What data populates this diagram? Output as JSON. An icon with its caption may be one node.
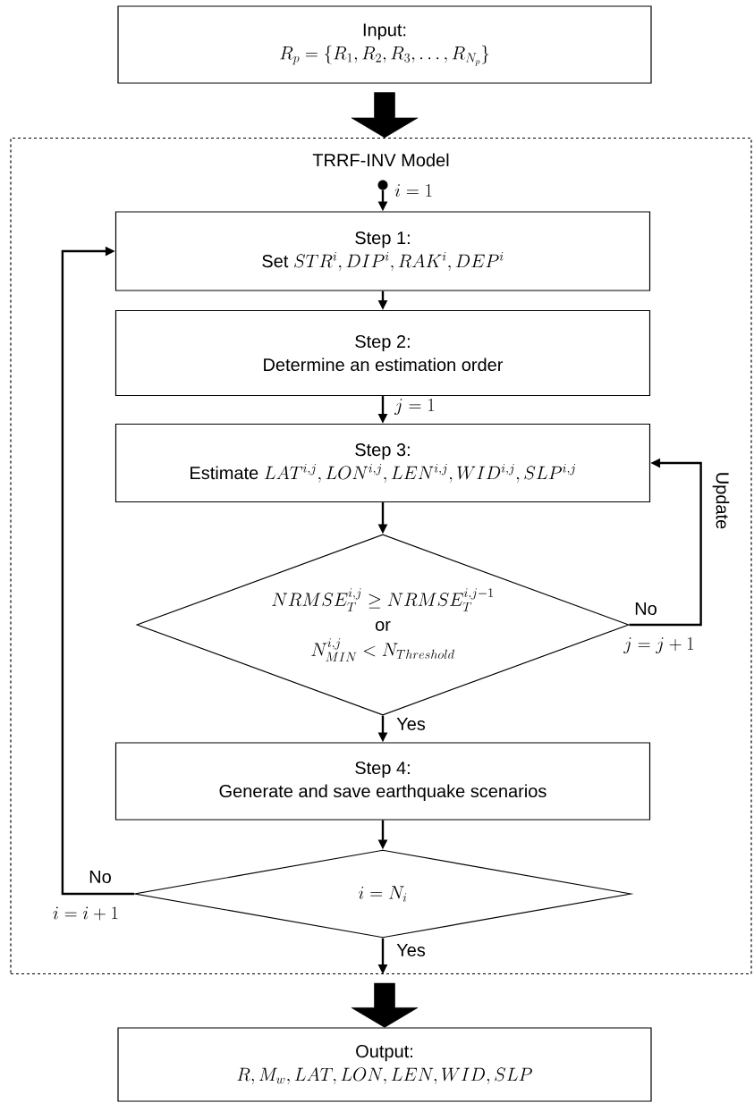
{
  "diagram": {
    "nodes": [
      {
        "text": [
          "Input:",
          "R_p = \\{R_1, R_2, R_3, \\ldots, R_{N_p}\\}"
        ]
      },
      {
        "text": [
          "TRRF-INV Model"
        ]
      },
      {
        "text": [],
        "shape": "circle",
        "in": 1
      },
      {
        "text": [
          "Step 1:",
          "\\text{Set } STR^i, DIP^i, RAK^i, DEP^i"
        ],
        "in": 1
      },
      {
        "text": [
          "Step 2:",
          "Determine an estimation order"
        ],
        "in": 1
      },
      {
        "text": [
          "Step 3:",
          "\\text{Estimate } LAT^{i,j}, LON^{i,j}, LEN^{i,j}, WID^{i,j}, SLP^{i,j}"
        ],
        "in": 1
      },
      {
        "text": [
          "NRMSE_T^{i,j} \\geq NRMSE_T^{i,j-1}",
          "or",
          "N_{MIN}^{i,j} < N_{Threshold}"
        ],
        "in": 1
      },
      {
        "text": [
          "Step 4:",
          "Generate and save earthquake scenarios"
        ],
        "in": 1
      },
      {
        "text": [
          "i = N_i"
        ],
        "in": 1
      },
      {
        "text": [
          "Output:",
          "R, M_w, LAT, LON, LEN, WID, SLP"
        ]
      }
    ],
    "edges": [
      {
        "from": 0,
        "to": 1,
        "arrow": "to",
        "style": "thick"
      },
      {
        "from": 2,
        "to": 3,
        "arrow": "to",
        "label": "i = 1"
      },
      {
        "from": 3,
        "to": 4,
        "arrow": "to"
      },
      {
        "from": 4,
        "to": 5,
        "arrow": "to",
        "label": "j = 1"
      },
      {
        "from": 5,
        "to": 6,
        "arrow": "to"
      },
      {
        "from": 6,
        "to": 5,
        "arrow": "to",
        "label": "No"
      },
      {
        "from": 6,
        "to": 7,
        "arrow": "to",
        "label": "Yes"
      },
      {
        "from": 7,
        "to": 8,
        "arrow": "to"
      },
      {
        "from": 8,
        "to": 3,
        "arrow": "to",
        "label": "No"
      },
      {
        "from": 8,
        "to": 1,
        "arrow": "to",
        "label": "Yes"
      },
      {
        "from": 1,
        "to": 9,
        "arrow": "to",
        "style": "thick"
      }
    ],
    "labels": [
      "Update",
      "j = j + 1",
      "i = i + 1"
    ]
  }
}
